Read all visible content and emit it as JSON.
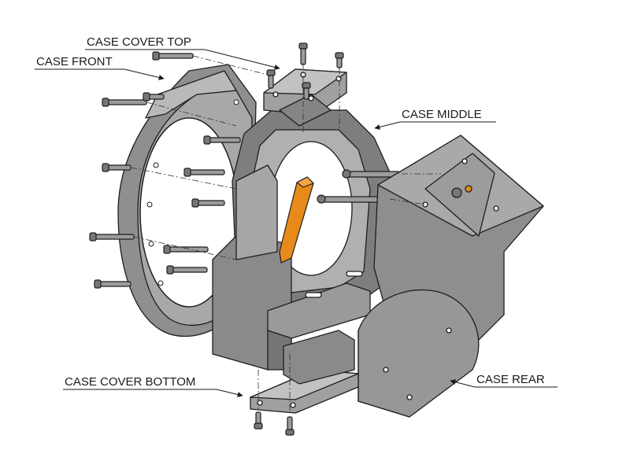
{
  "labels": {
    "case_cover_top": "CASE COVER TOP",
    "case_front": "CASE FRONT",
    "case_middle": "CASE MIDDLE",
    "case_cover_bottom": "CASE COVER BOTTOM",
    "case_rear": "CASE REAR"
  },
  "colors": {
    "part_fill": "#9e9e9e",
    "part_light": "#b9b9b9",
    "part_dark": "#6f6f6f",
    "edge": "#1e1e1e",
    "highlight_part": "#e88a1a",
    "background": "#ffffff"
  }
}
